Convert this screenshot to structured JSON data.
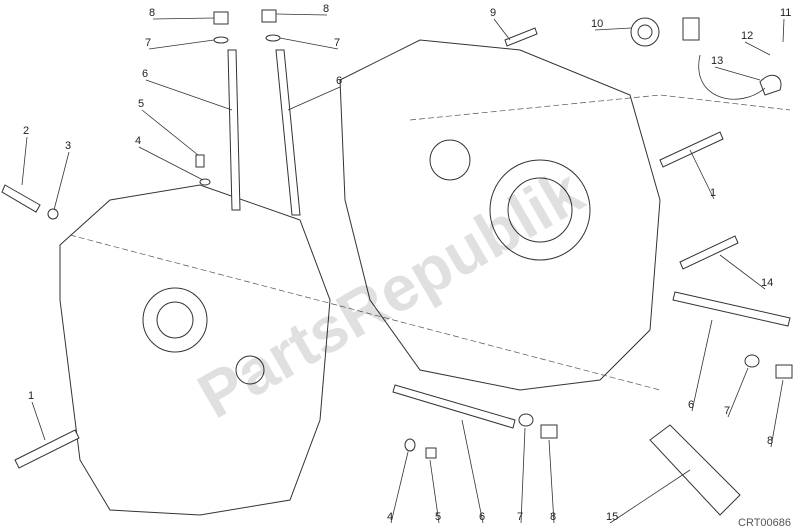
{
  "diagram": {
    "callouts": [
      "8",
      "8",
      "9",
      "10",
      "11",
      "12",
      "13",
      "7",
      "7",
      "6",
      "6",
      "5",
      "4",
      "2",
      "3",
      "1",
      "14",
      "6",
      "7",
      "8",
      "1",
      "4",
      "5",
      "6",
      "7",
      "8",
      "15"
    ],
    "drawing_code": "CRT00686",
    "watermark": "PartsRepublik"
  }
}
